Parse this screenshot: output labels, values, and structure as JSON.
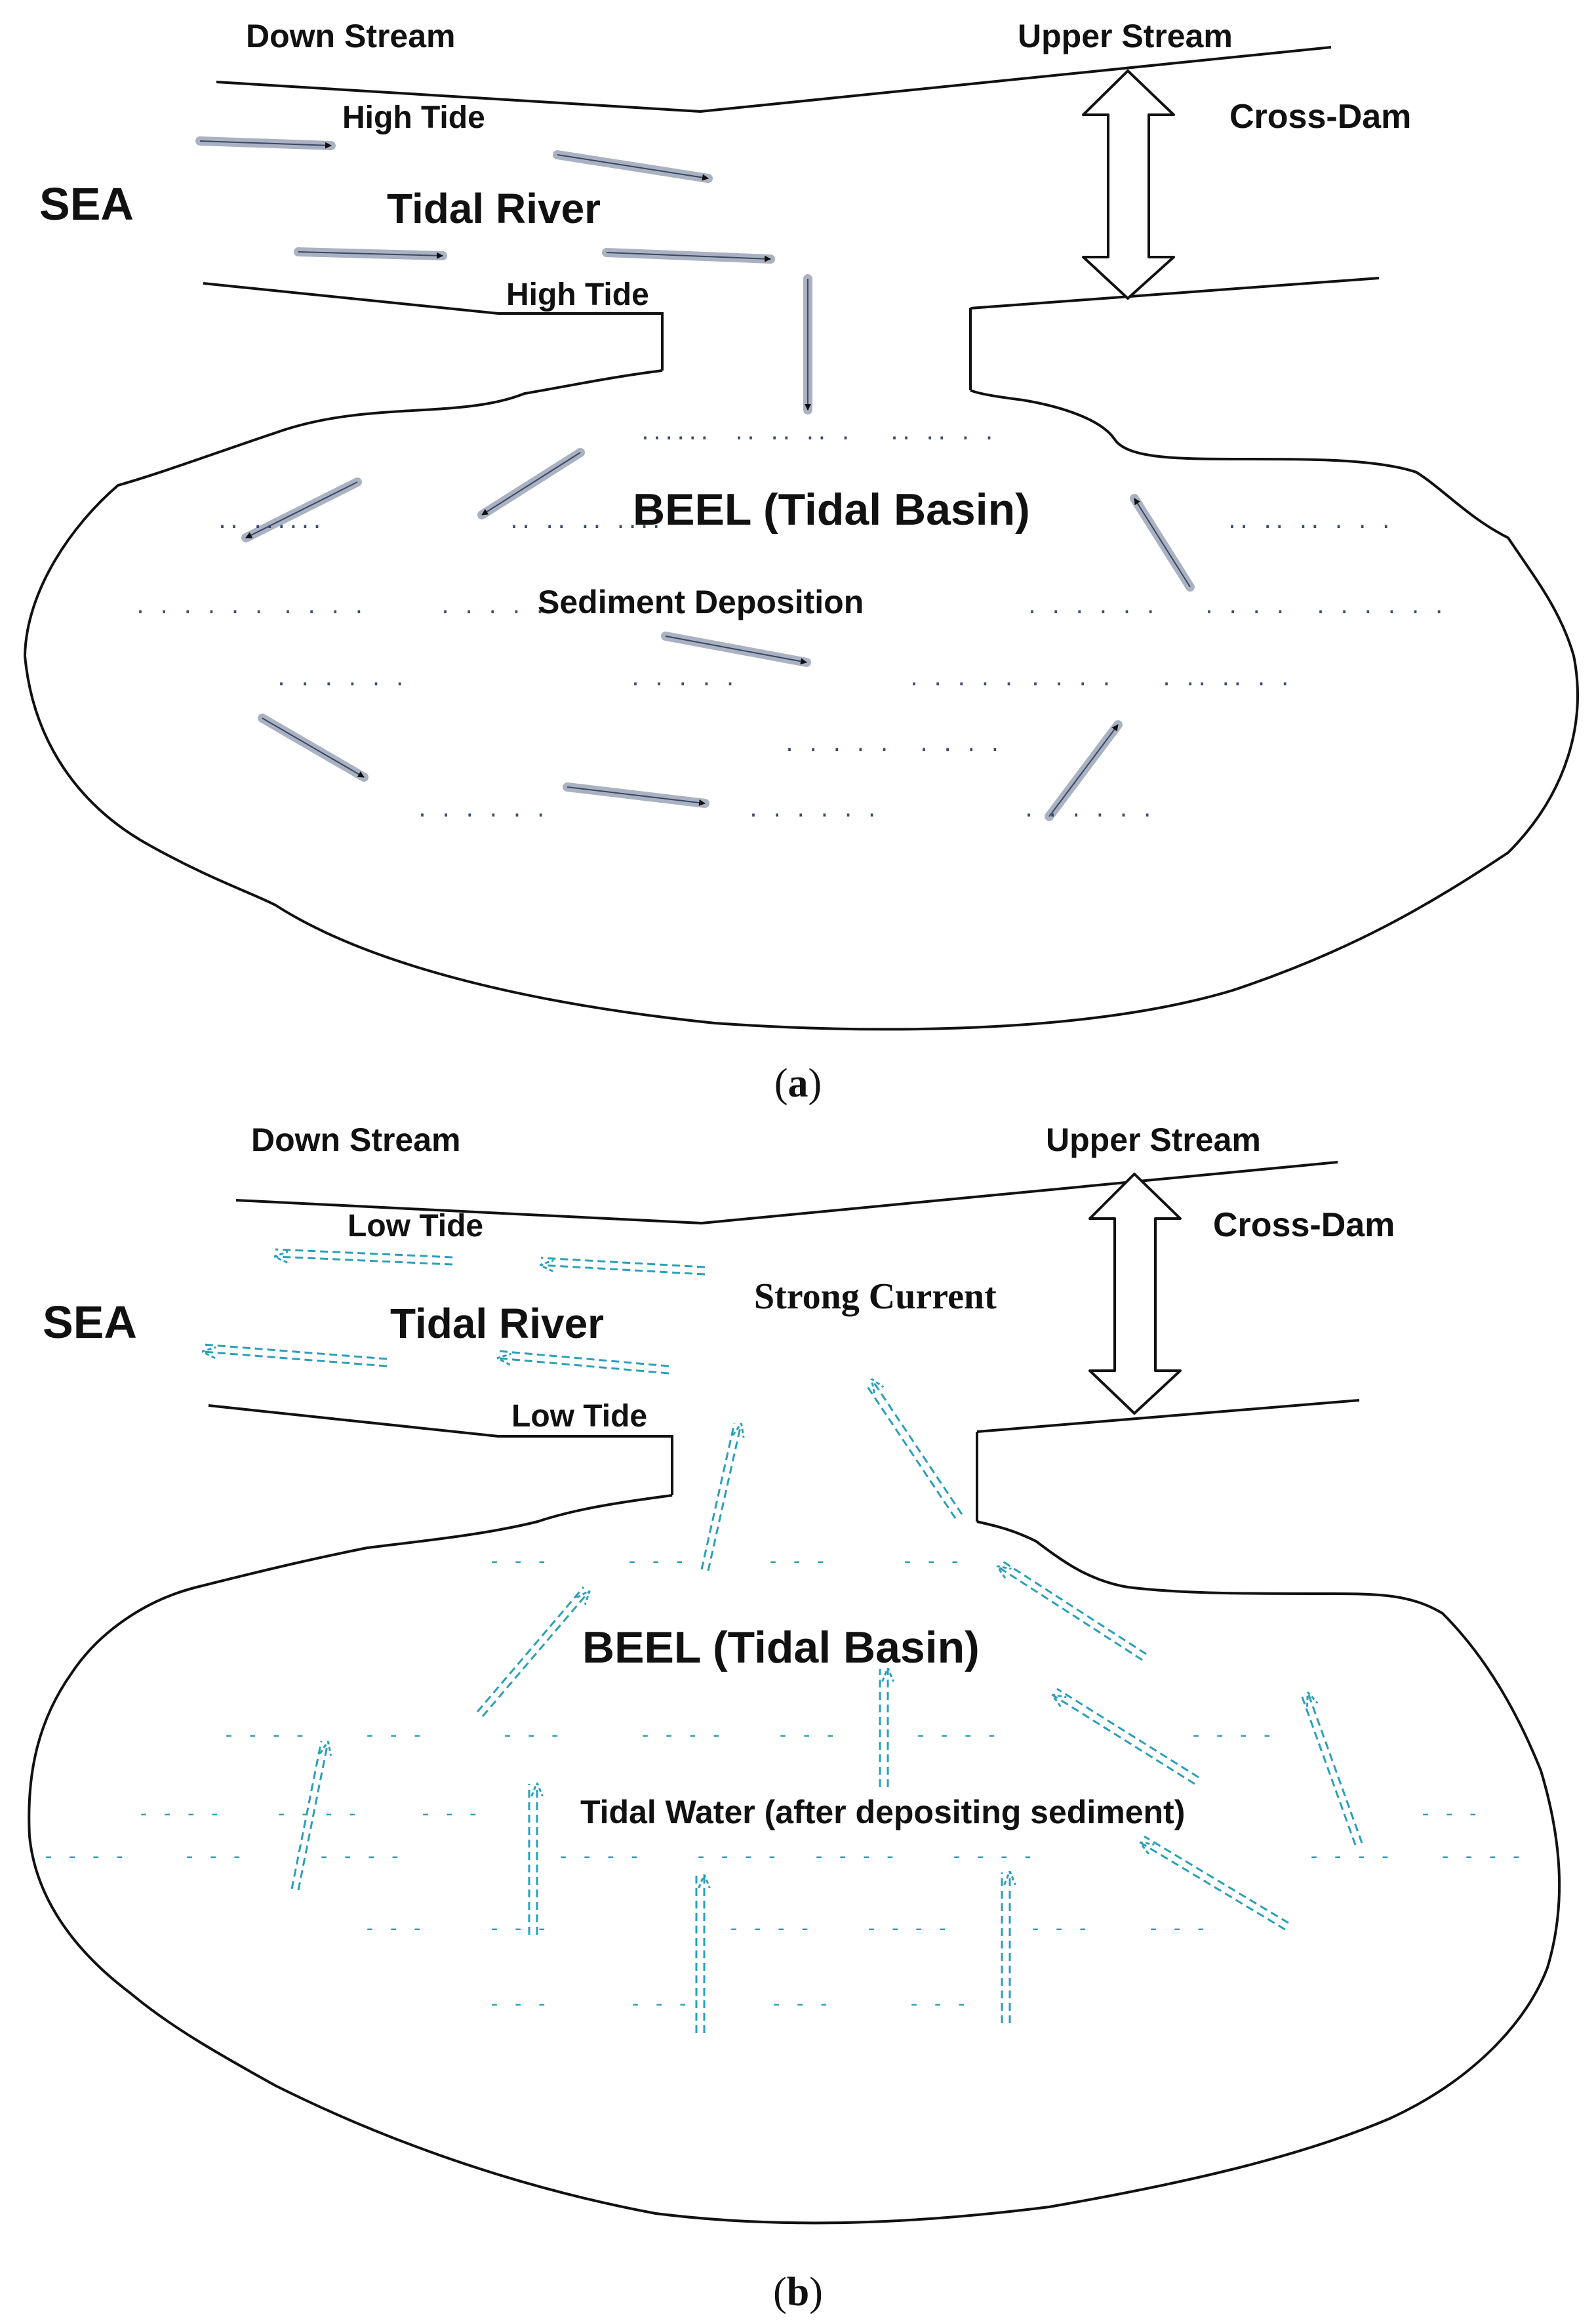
{
  "panel_a": {
    "caption_open": "(",
    "caption_letter": "a",
    "caption_close": ")",
    "down_stream": "Down Stream",
    "upper_stream": "Upper Stream",
    "cross_dam": "Cross-Dam",
    "sea": "SEA",
    "tidal_river": "Tidal River",
    "tide_top": "High Tide",
    "tide_bottom": "High Tide",
    "basin": "BEEL (Tidal Basin)",
    "basin_note": "Sediment Deposition",
    "dots": [
      {
        "id": "d1",
        "text": "......"
      },
      {
        "id": "d2",
        "text": ".. .. .. ."
      },
      {
        "id": "d3",
        "text": ".. .. . ."
      },
      {
        "id": "d4",
        "text": ".. ......"
      },
      {
        "id": "d5",
        "text": ".. .. .. ...."
      },
      {
        "id": "d6",
        "text": ".. .. .. . . ."
      },
      {
        "id": "d7",
        "text": ". . . . . ."
      },
      {
        "id": "d8",
        "text": ". . . ."
      },
      {
        "id": "d9",
        "text": ". . . . ."
      },
      {
        "id": "d10",
        "text": ". . . . . ."
      },
      {
        "id": "d11",
        "text": ". . . ."
      },
      {
        "id": "d12",
        "text": ". . . . . ."
      },
      {
        "id": "d13",
        "text": ". . . . . ."
      },
      {
        "id": "d14",
        "text": ". .  . . ."
      },
      {
        "id": "d15",
        "text": ". . . . ."
      },
      {
        "id": "d16",
        "text": ". . . ."
      },
      {
        "id": "d17",
        "text": ". .. .. . ."
      },
      {
        "id": "d18",
        "text": ". . . . ."
      },
      {
        "id": "d19",
        "text": ". . . ."
      },
      {
        "id": "d20",
        "text": ". . . . . ."
      },
      {
        "id": "d21",
        "text": ". . . . . ."
      },
      {
        "id": "d22",
        "text": ". . . . . ."
      }
    ],
    "colors": {
      "arrow_fill": "#e6e9ee",
      "arrow_edge": "#8d96a8",
      "outline": "#111111"
    }
  },
  "panel_b": {
    "caption_open": "(",
    "caption_letter": "b",
    "caption_close": ")",
    "down_stream": "Down Stream",
    "upper_stream": "Upper Stream",
    "cross_dam": "Cross-Dam",
    "sea": "SEA",
    "tidal_river": "Tidal River",
    "tide_top": "Low Tide",
    "tide_bottom": "Low Tide",
    "current": "Strong Current",
    "basin": "BEEL (Tidal Basin)",
    "basin_note": "Tidal Water (after depositing sediment)",
    "dashes": [
      {
        "id": "e1",
        "text": "- - -"
      },
      {
        "id": "e2",
        "text": "- - -"
      },
      {
        "id": "e3",
        "text": "- - -"
      },
      {
        "id": "e4",
        "text": "- - -"
      },
      {
        "id": "e5",
        "text": "- - - -"
      },
      {
        "id": "e6",
        "text": "- - -"
      },
      {
        "id": "e7",
        "text": "- - -"
      },
      {
        "id": "e8",
        "text": "- - - -"
      },
      {
        "id": "e9",
        "text": "- - -"
      },
      {
        "id": "e10",
        "text": "- - - -"
      },
      {
        "id": "e11",
        "text": "- - - -"
      },
      {
        "id": "e12",
        "text": "- - - -"
      },
      {
        "id": "e13",
        "text": "- - - -"
      },
      {
        "id": "e14",
        "text": "- - -"
      },
      {
        "id": "e15",
        "text": "- - -"
      },
      {
        "id": "e16",
        "text": "- - - -"
      },
      {
        "id": "e17",
        "text": "- - -"
      },
      {
        "id": "e18",
        "text": "- - - -"
      },
      {
        "id": "e19",
        "text": "- - - -"
      },
      {
        "id": "e20",
        "text": "- - - -"
      },
      {
        "id": "e21",
        "text": "- - - -"
      },
      {
        "id": "e22",
        "text": "- - - -"
      },
      {
        "id": "e23",
        "text": "- - - -"
      },
      {
        "id": "e24",
        "text": "- - - -"
      },
      {
        "id": "e25",
        "text": "- - -"
      },
      {
        "id": "e26",
        "text": "- - -"
      },
      {
        "id": "e27",
        "text": "- - - -"
      },
      {
        "id": "e28",
        "text": "- - - -"
      },
      {
        "id": "e29",
        "text": "- - -"
      },
      {
        "id": "e30",
        "text": "- - -"
      },
      {
        "id": "e31",
        "text": "- - -"
      },
      {
        "id": "e32",
        "text": "- - -"
      },
      {
        "id": "e33",
        "text": "- - -"
      },
      {
        "id": "e34",
        "text": "- - -"
      }
    ],
    "colors": {
      "arrow_stroke": "#2a9fb8",
      "outline": "#111111"
    }
  }
}
